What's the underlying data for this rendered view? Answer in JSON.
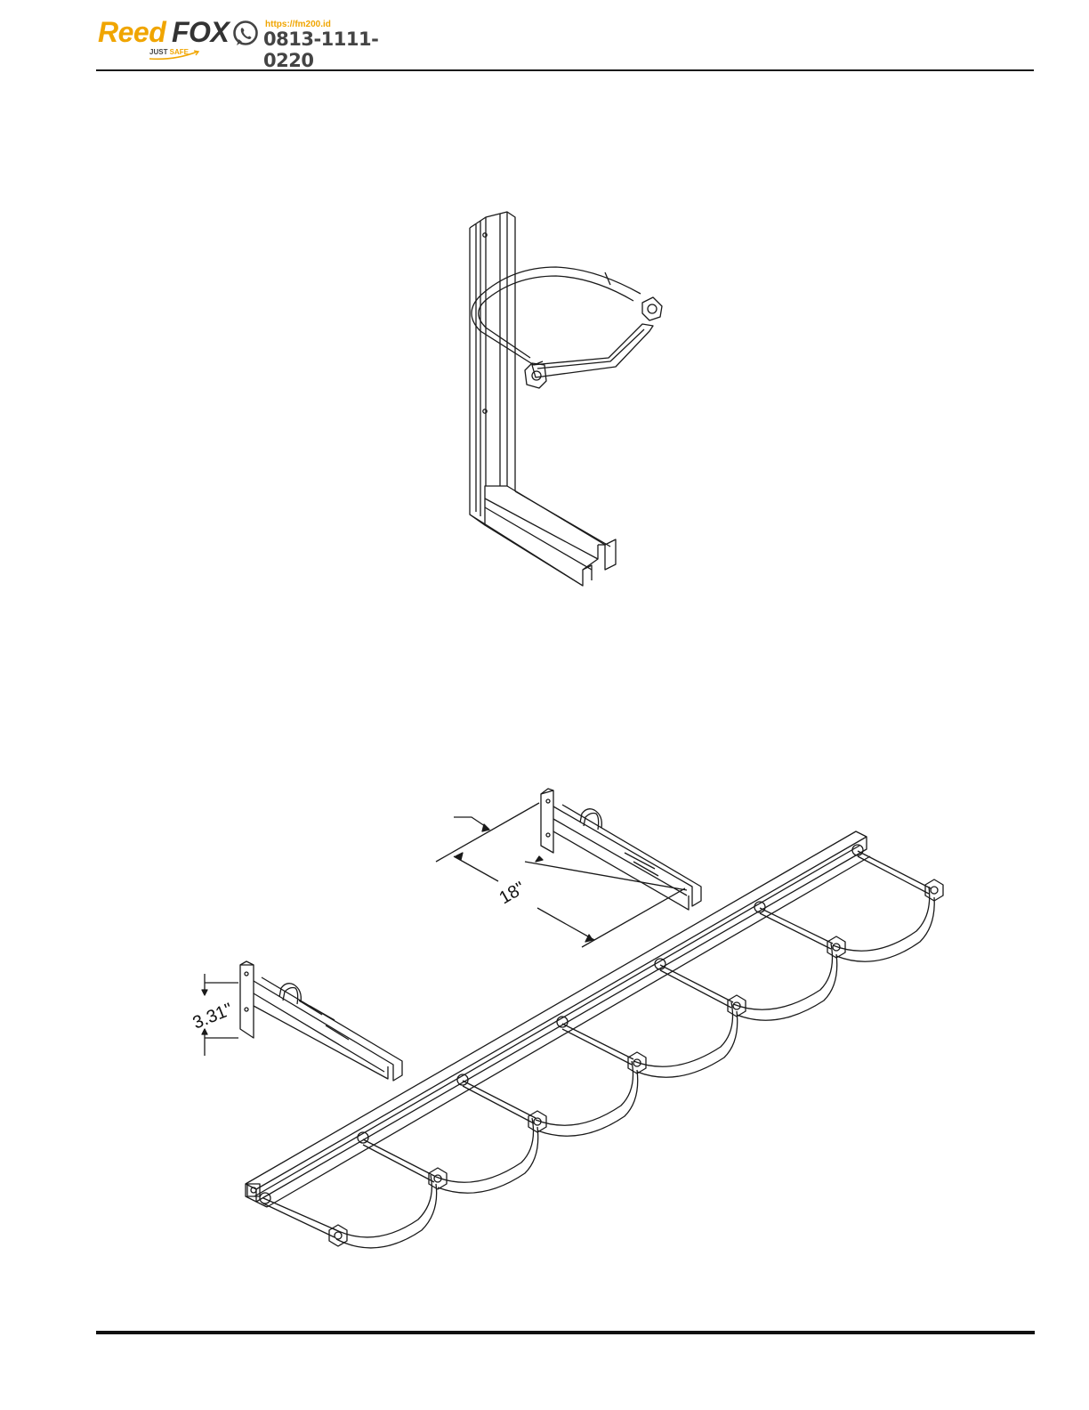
{
  "header": {
    "brand_part1": "Reed",
    "brand_part2": "FOX",
    "tagline_part1": "JUST ",
    "tagline_part2": "SAFE",
    "url": "https://fm200.id",
    "phone": "0813-1111-0220",
    "contact_icon": "whatsapp-icon",
    "colors": {
      "brand_accent": "#f0a500",
      "brand_dark": "#333333"
    }
  },
  "figure_multi_rack": {
    "dimension_depth": "18\"",
    "dimension_height": "3.31\""
  }
}
